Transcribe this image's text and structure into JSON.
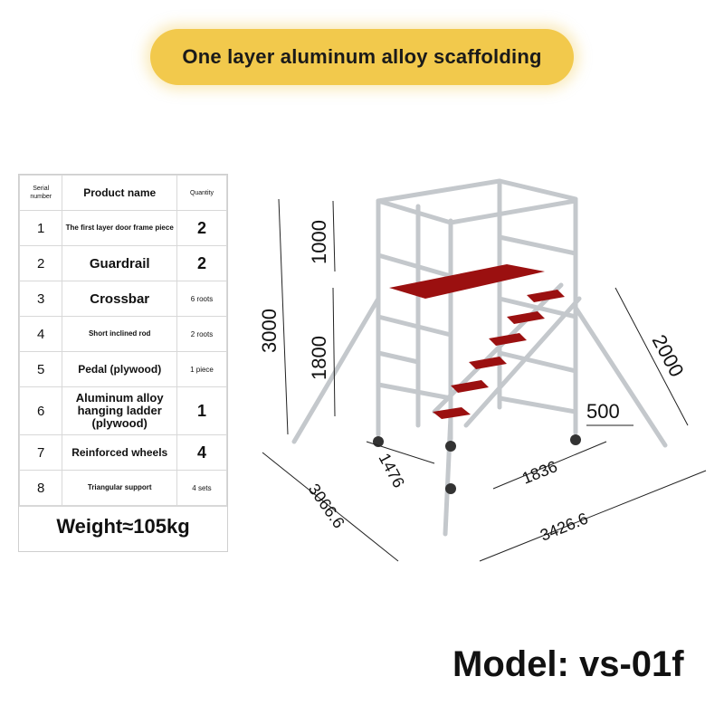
{
  "banner": {
    "title": "One layer aluminum alloy scaffolding"
  },
  "table": {
    "headers": {
      "serial": "Serial number",
      "name": "Product name",
      "qty": "Quantity"
    },
    "rows": [
      {
        "n": "1",
        "name": "The first layer door frame piece",
        "qty": "2"
      },
      {
        "n": "2",
        "name": "Guardrail",
        "qty": "2"
      },
      {
        "n": "3",
        "name": "Crossbar",
        "qty": "6 roots"
      },
      {
        "n": "4",
        "name": "Short inclined rod",
        "qty": "2 roots"
      },
      {
        "n": "5",
        "name": "Pedal (plywood)",
        "qty": "1 piece"
      },
      {
        "n": "6",
        "name": "Aluminum alloy hanging ladder (plywood)",
        "qty": "1"
      },
      {
        "n": "7",
        "name": "Reinforced wheels",
        "qty": "4"
      },
      {
        "n": "8",
        "name": "Triangular support",
        "qty": "4 sets"
      }
    ],
    "weight": "Weight≈105kg"
  },
  "dimensions": {
    "d1000": "1000",
    "d3000": "3000",
    "d1800": "1800",
    "d2000": "2000",
    "d500": "500",
    "d1476": "1476",
    "d1836": "1836",
    "d3066": "3066.6",
    "d3426": "3426.6"
  },
  "model": "Model: vs-01f",
  "colors": {
    "banner": "#f2c94c",
    "platform": "#9b1010",
    "frame": "#c8ccd0"
  }
}
